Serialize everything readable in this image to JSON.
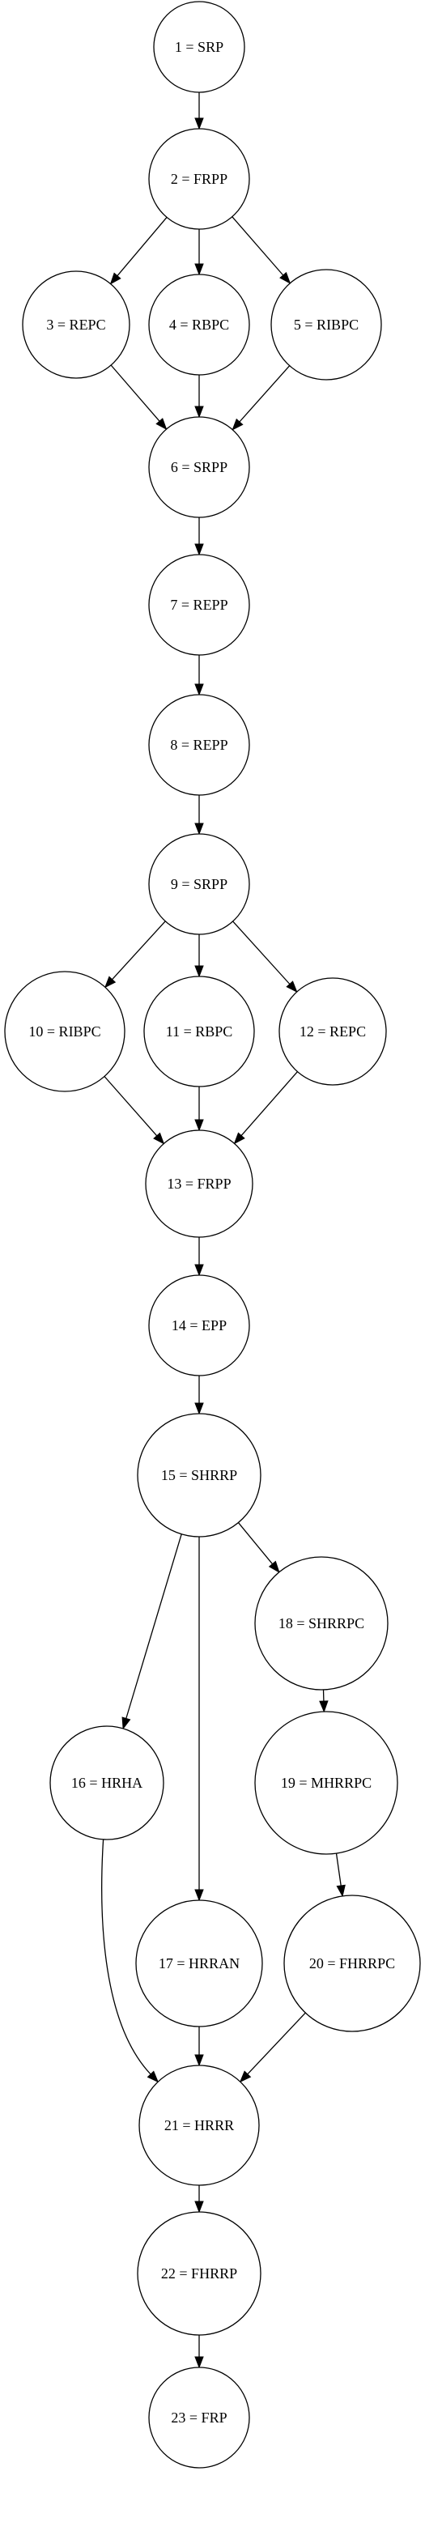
{
  "nodes": [
    {
      "id": "1",
      "label": "1 = SRP"
    },
    {
      "id": "2",
      "label": "2 = FRPP"
    },
    {
      "id": "3",
      "label": "3 = REPC"
    },
    {
      "id": "4",
      "label": "4 = RBPC"
    },
    {
      "id": "5",
      "label": "5 = RIBPC"
    },
    {
      "id": "6",
      "label": "6 = SRPP"
    },
    {
      "id": "7",
      "label": "7 = REPP"
    },
    {
      "id": "8",
      "label": "8 = REPP"
    },
    {
      "id": "9",
      "label": "9 = SRPP"
    },
    {
      "id": "10",
      "label": "10 = RIBPC"
    },
    {
      "id": "11",
      "label": "11 = RBPC"
    },
    {
      "id": "12",
      "label": "12 = REPC"
    },
    {
      "id": "13",
      "label": "13 = FRPP"
    },
    {
      "id": "14",
      "label": "14 = EPP"
    },
    {
      "id": "15",
      "label": "15 = SHRRP"
    },
    {
      "id": "16",
      "label": "16 = HRHA"
    },
    {
      "id": "17",
      "label": "17 = HRRAN"
    },
    {
      "id": "18",
      "label": "18 = SHRRPC"
    },
    {
      "id": "19",
      "label": "19 = MHRRPC"
    },
    {
      "id": "20",
      "label": "20 = FHRRPC"
    },
    {
      "id": "21",
      "label": "21 = HRRR"
    },
    {
      "id": "22",
      "label": "22 = FHRRP"
    },
    {
      "id": "23",
      "label": "23 = FRP"
    }
  ],
  "edges": [
    {
      "from": "1",
      "to": "2"
    },
    {
      "from": "2",
      "to": "3"
    },
    {
      "from": "2",
      "to": "4"
    },
    {
      "from": "2",
      "to": "5"
    },
    {
      "from": "3",
      "to": "6"
    },
    {
      "from": "4",
      "to": "6"
    },
    {
      "from": "5",
      "to": "6"
    },
    {
      "from": "6",
      "to": "7"
    },
    {
      "from": "7",
      "to": "8"
    },
    {
      "from": "8",
      "to": "9"
    },
    {
      "from": "9",
      "to": "10"
    },
    {
      "from": "9",
      "to": "11"
    },
    {
      "from": "9",
      "to": "12"
    },
    {
      "from": "10",
      "to": "13"
    },
    {
      "from": "11",
      "to": "13"
    },
    {
      "from": "12",
      "to": "13"
    },
    {
      "from": "13",
      "to": "14"
    },
    {
      "from": "14",
      "to": "15"
    },
    {
      "from": "15",
      "to": "16"
    },
    {
      "from": "15",
      "to": "17"
    },
    {
      "from": "15",
      "to": "18"
    },
    {
      "from": "18",
      "to": "19"
    },
    {
      "from": "19",
      "to": "20"
    },
    {
      "from": "16",
      "to": "21"
    },
    {
      "from": "17",
      "to": "21"
    },
    {
      "from": "20",
      "to": "21"
    },
    {
      "from": "21",
      "to": "22"
    },
    {
      "from": "22",
      "to": "23"
    }
  ]
}
